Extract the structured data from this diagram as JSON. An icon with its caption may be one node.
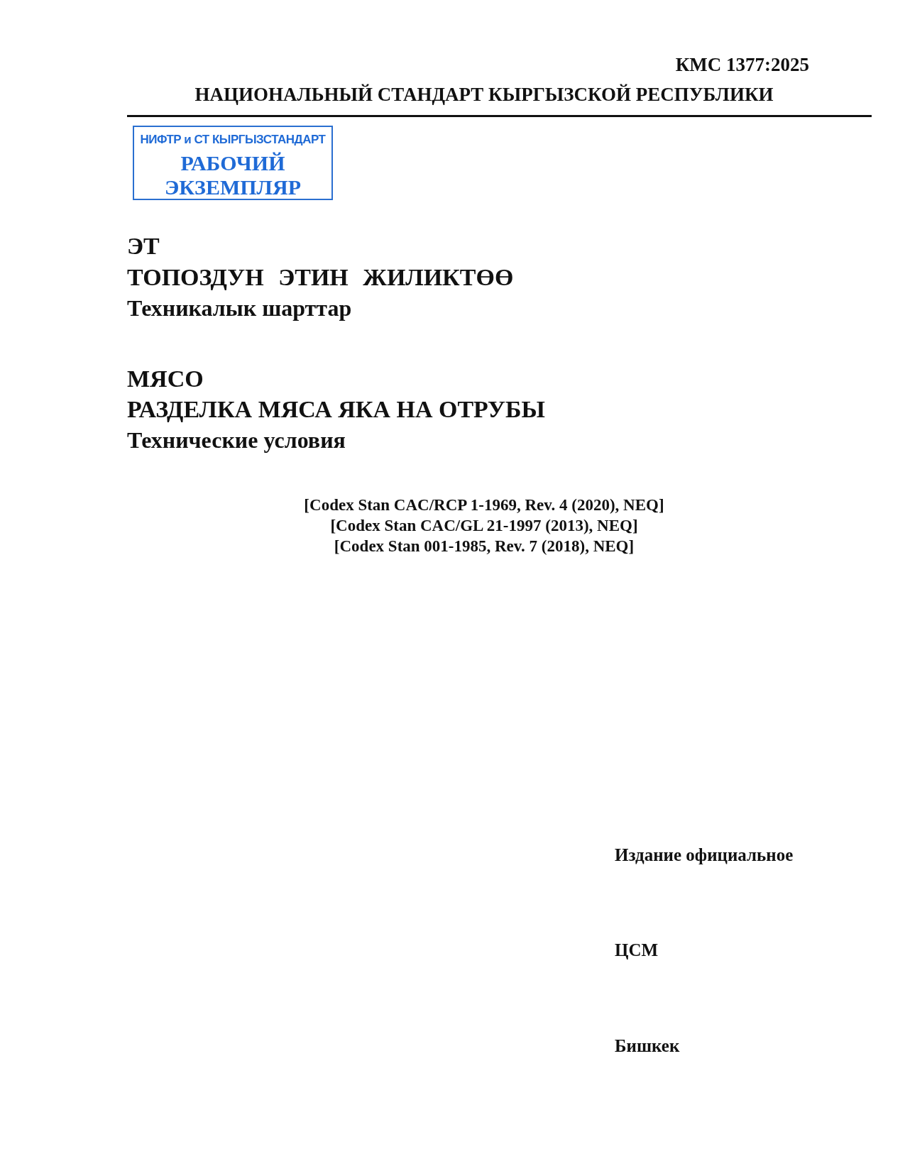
{
  "diagram": {
    "title": "НАЦИОНАЛЬНЫЙ СТАНДАРТ КЫРГЫЗСКОЙ РЕСПУБЛИКИ",
    "nodes": [
      {
        "text": [
          "НИФТР и СТ КЫРГЫЗСТАНДАРТ",
          "РАБОЧИЙ ЭКЗЕМПЛЯР"
        ]
      }
    ],
    "labels": [
      "КМС 1377:2025",
      "ЭТ",
      "ТОПОЗДУН ЭТИН ЖИЛИКТӨӨ",
      "Техникалык шарттар",
      "МЯСО",
      "РАЗДЕЛКА МЯСА ЯКА НА ОТРУБЫ",
      "Технические условия",
      "[Codex Stan CAC/RCP 1-1969, Rev. 4 (2020), NEQ]",
      "[Codex Stan CAC/GL 21-1997 (2013), NEQ]",
      "[Codex Stan 001-1985, Rev. 7 (2018), NEQ]",
      "Издание официальное",
      "ЦСМ",
      "Бишкек"
    ]
  }
}
